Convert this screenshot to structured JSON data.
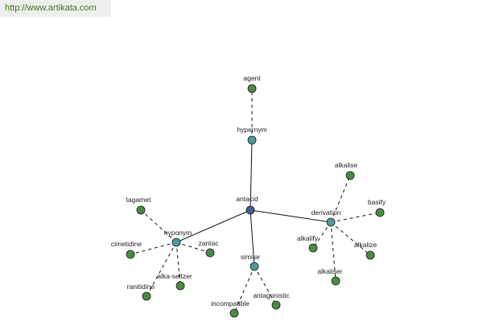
{
  "header": {
    "url": "http://www.artikata.com"
  },
  "graph": {
    "root": {
      "id": "antacid",
      "label": "antacid"
    },
    "relations": [
      {
        "id": "hypernym",
        "label": "hypernym",
        "leaves": [
          {
            "id": "agent",
            "label": "agent"
          }
        ]
      },
      {
        "id": "derivation",
        "label": "derivation",
        "leaves": [
          {
            "id": "alkalise",
            "label": "alkalise"
          },
          {
            "id": "basify",
            "label": "basify"
          },
          {
            "id": "alkalify",
            "label": "alkalify"
          },
          {
            "id": "alkalize",
            "label": "alkalize"
          },
          {
            "id": "alkaliser",
            "label": "alkaliser"
          }
        ]
      },
      {
        "id": "hyponym",
        "label": "hyponym",
        "leaves": [
          {
            "id": "tagamet",
            "label": "tagamet"
          },
          {
            "id": "cimetidine",
            "label": "cimetidine"
          },
          {
            "id": "zantac",
            "label": "zantac"
          },
          {
            "id": "alka-seltzer",
            "label": "alka-seltzer"
          },
          {
            "id": "ranitidine",
            "label": "ranitidine"
          }
        ]
      },
      {
        "id": "similar",
        "label": "similar",
        "leaves": [
          {
            "id": "incompatible",
            "label": "incompatible"
          },
          {
            "id": "antagonistic",
            "label": "antagonistic"
          }
        ]
      }
    ]
  },
  "colors": {
    "root_node": "#4a5b9a",
    "relation_node": "#4f9a9a",
    "leaf_node": "#4d8a45",
    "edge": "#111111",
    "url_text": "#3c7a1f",
    "url_background": "#eeeeee"
  }
}
